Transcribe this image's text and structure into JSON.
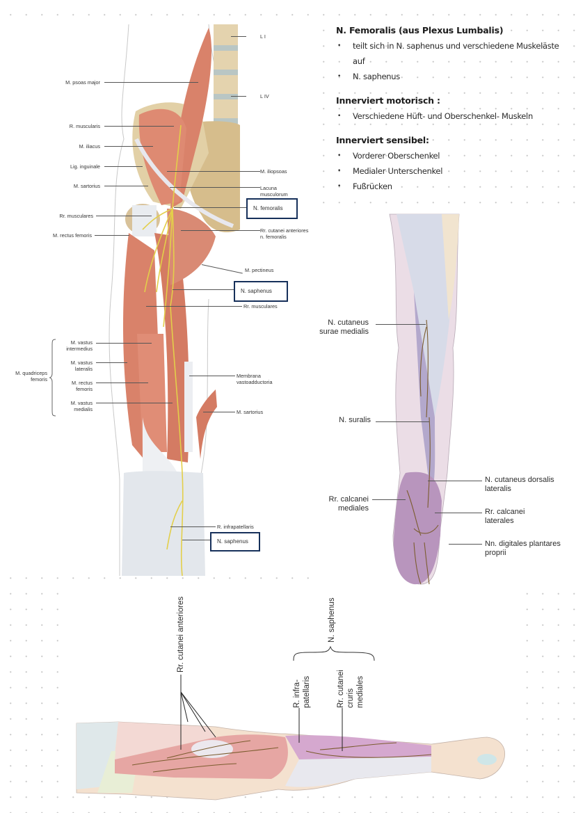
{
  "notes": {
    "title": "N. Femoralis (aus Plexus Lumbalis)",
    "title_items": [
      "teilt sich in N. saphenus und verschiedene Muskeläste auf",
      "N. saphenus"
    ],
    "motor_heading": "Innerviert motorisch :",
    "motor_items": [
      "Verschiedene Hüft- und Oberschenkel- Muskeln"
    ],
    "sensory_heading": "Innerviert sensibel:",
    "sensory_items": [
      "Vorderer Oberschenkel",
      "Medialer Unterschenkel",
      "Fußrücken"
    ]
  },
  "figure_thigh": {
    "left_labels": [
      "M. psoas major",
      "R. muscularis",
      "M. iliacus",
      "Lig. inguinale",
      "M. sartorius",
      "Rr. musculares",
      "M. rectus femoris"
    ],
    "quadriceps_group": "M. quadriceps femoris",
    "quadriceps_parts": [
      "M. vastus intermedius",
      "M. vastus lateralis",
      "M. rectus femoris",
      "M. vastus medialis"
    ],
    "right_labels": {
      "l1": "L I",
      "l4": "L IV",
      "iliopsoas": "M. iliopsoas",
      "lacuna": "Lacuna musculorum",
      "femoralis": "N. femoralis",
      "cutanei": "Rr. cutanei anteriores n. femoralis",
      "pectineus": "M. pectineus",
      "saphenus": "N. saphenus",
      "musculares": "Rr. musculares",
      "membrana": "Membrana vastoadductoria",
      "sartorius": "M. sartorius",
      "infrapatellaris": "R. infrapatellaris",
      "saphenus_lower": "N. saphenus"
    }
  },
  "figure_leg": {
    "labels": {
      "surae": "N. cutaneus surae medialis",
      "suralis": "N. suralis",
      "dorsalis": "N. cutaneus dorsalis lateralis",
      "calc_med": "Rr. calcanei mediales",
      "calc_lat": "Rr. calcanei laterales",
      "digitales": "Nn. digitales plantares proprii"
    }
  },
  "figure_lateral": {
    "labels": {
      "cutanei_ant": "Rr. cutanei anteriores",
      "saphenus": "N. saphenus",
      "infra": "R. infra- patellaris",
      "cruris": "Rr. cutanei cruris mediales"
    }
  },
  "colors": {
    "muscle": "#d9826a",
    "bone": "#d8c29a",
    "nerve": "#e3cf4a",
    "box_border": "#16305a",
    "zone_purple": "#b99ac0",
    "zone_lavender": "#c9c4dc",
    "zone_pink": "#e7a7a4"
  }
}
